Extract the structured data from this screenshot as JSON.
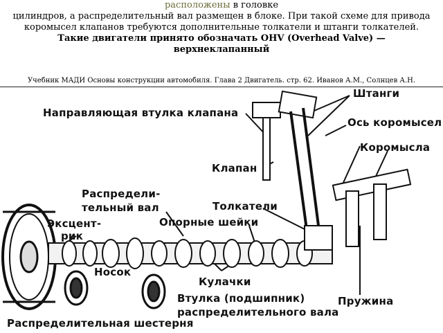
{
  "text": {
    "line1_highlight": "расположены",
    "line1_rest": " в головке",
    "line2": "цилиндров, а распределительный вал размещен в блоке. При такой схеме для привода",
    "line3": "коромысел клапанов требуются дополнительные толкатели и штанги толкателей.",
    "line4": "Такие двигатели принято обозначать OHV (Overhead Valve) —",
    "line5": "верхнеклапанный",
    "caption": "Учебник МАДИ Основы конструкции автомобиля.  Глава 2 Двигатель.  стр. 62.  Иванов А.М., Солнцев А.Н."
  },
  "labels": {
    "guide_sleeve": "Направляющая втулка клапана",
    "pushrods": "Штанги",
    "rocker_axis": "Ось коромысел",
    "rockers": "Коромысла",
    "valve": "Клапан",
    "camshaft_1": "Распредели-",
    "camshaft_2": "тельный вал",
    "lifters": "Толкатели",
    "eccentric_1": "Эксцент-",
    "eccentric_2": "рик",
    "journals": "Опорные шейки",
    "nose": "Носок",
    "cams": "Кулачки",
    "bearing_1": "Втулка (подшипник)",
    "bearing_2": "распределительного вала",
    "spring": "Пружина",
    "gear": "Распределительная шестерня"
  }
}
